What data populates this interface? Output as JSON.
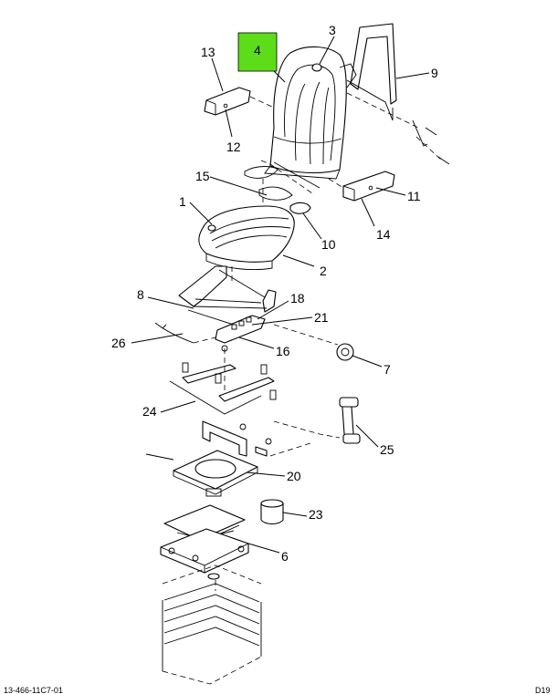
{
  "highlight_color": "#5ddc1a",
  "highlighted_callout": "4",
  "callouts": [
    {
      "id": "c1",
      "label": "1"
    },
    {
      "id": "c2",
      "label": "2"
    },
    {
      "id": "c3",
      "label": "3"
    },
    {
      "id": "c4",
      "label": "4"
    },
    {
      "id": "c6",
      "label": "6"
    },
    {
      "id": "c7",
      "label": "7"
    },
    {
      "id": "c8",
      "label": "8"
    },
    {
      "id": "c9",
      "label": "9"
    },
    {
      "id": "c10",
      "label": "10"
    },
    {
      "id": "c11",
      "label": "11"
    },
    {
      "id": "c12",
      "label": "12"
    },
    {
      "id": "c13",
      "label": "13"
    },
    {
      "id": "c14",
      "label": "14"
    },
    {
      "id": "c15",
      "label": "15"
    },
    {
      "id": "c16",
      "label": "16"
    },
    {
      "id": "c18",
      "label": "18"
    },
    {
      "id": "c20",
      "label": "20"
    },
    {
      "id": "c21",
      "label": "21"
    },
    {
      "id": "c23",
      "label": "23"
    },
    {
      "id": "c24",
      "label": "24"
    },
    {
      "id": "c25",
      "label": "25"
    },
    {
      "id": "c26",
      "label": "26"
    }
  ],
  "footer": {
    "left_code": "13-466-11C7-01",
    "right_code": "D19"
  }
}
